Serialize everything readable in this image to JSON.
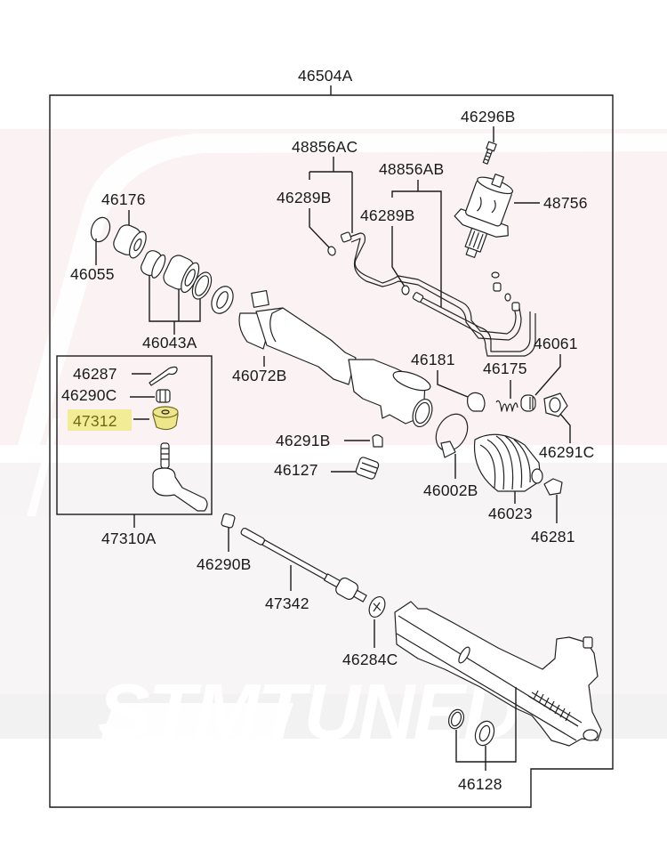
{
  "diagram": {
    "title": "Steering Gear Assembly Parts Diagram",
    "assembly_label": "46504A",
    "watermark_text": "STMTUNED",
    "highlight_color": "#f3ec96",
    "highlight_text_color": "#6f6a12",
    "highlighted_part": "47312",
    "parts": {
      "p46504A": "46504A",
      "p46296B": "46296B",
      "p48856AC": "48856AC",
      "p48856AB": "48856AB",
      "p46289B_1": "46289B",
      "p46289B_2": "46289B",
      "p48756": "48756",
      "p46176": "46176",
      "p46055": "46055",
      "p46043A": "46043A",
      "p46072B": "46072B",
      "p46181": "46181",
      "p46175": "46175",
      "p46061": "46061",
      "p46291C": "46291C",
      "p46291B": "46291B",
      "p46127": "46127",
      "p46002B": "46002B",
      "p46023": "46023",
      "p46281": "46281",
      "p46287": "46287",
      "p46290C": "46290C",
      "p47312": "47312",
      "p47310A": "47310A",
      "p46290B": "46290B",
      "p47342": "47342",
      "p46284C": "46284C",
      "p46128": "46128"
    }
  }
}
